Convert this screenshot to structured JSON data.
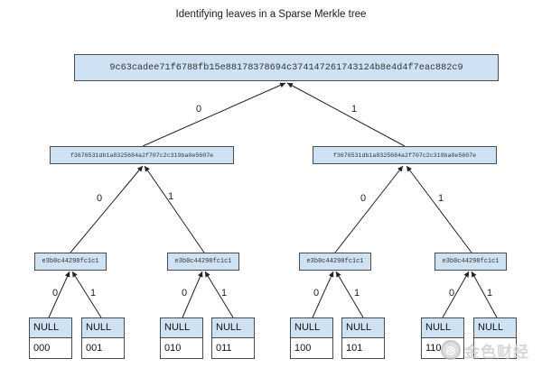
{
  "title": "Identifying leaves in a Sparse Merkle tree",
  "root": {
    "hash": "9c63cadee71f6788fb15e88178378694c374147261743124b8e4d4f7eac882c9"
  },
  "level1": [
    {
      "hash": "f3676531db1a8325684a2f707c2c319ba0e5607e"
    },
    {
      "hash": "f3676531db1a8325684a2f707c2c319ba0e5607e"
    }
  ],
  "level2": [
    {
      "hash": "e3b0c44298fc1c1"
    },
    {
      "hash": "e3b0c44298fc1c1"
    },
    {
      "hash": "e3b0c44298fc1c1"
    },
    {
      "hash": "e3b0c44298fc1c1"
    }
  ],
  "edge_labels": {
    "left": "0",
    "right": "1"
  },
  "leaves": [
    {
      "value": "NULL",
      "path": "000"
    },
    {
      "value": "NULL",
      "path": "001"
    },
    {
      "value": "NULL",
      "path": "010"
    },
    {
      "value": "NULL",
      "path": "011"
    },
    {
      "value": "NULL",
      "path": "100"
    },
    {
      "value": "NULL",
      "path": "101"
    },
    {
      "value": "NULL",
      "path": "110"
    },
    {
      "value": "NULL",
      "path": ""
    }
  ],
  "watermark": {
    "logo_icon": "jinse-logo-icon",
    "text": "金色财经"
  },
  "colors": {
    "box_fill": "#cfe2f3",
    "box_border": "#4a4a4a",
    "edge": "#222222"
  }
}
